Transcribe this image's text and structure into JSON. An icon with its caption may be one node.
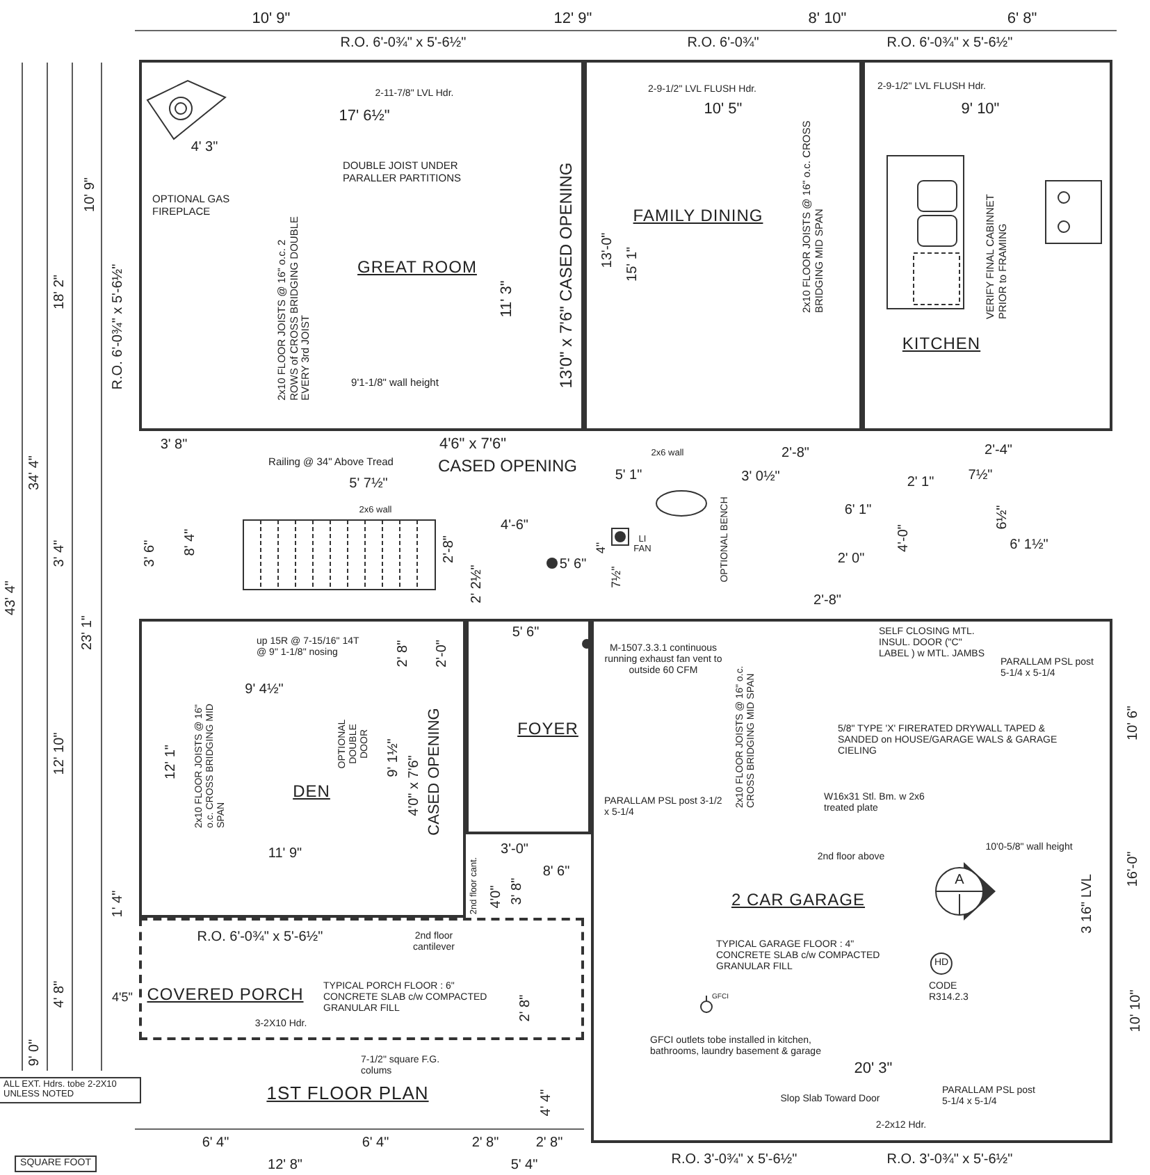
{
  "diagram": {
    "title": "1ST FLOOR PLAN",
    "nodes": [
      {
        "text": [
          "GREAT ROOM"
        ]
      },
      {
        "text": [
          "FAMILY DINING"
        ]
      },
      {
        "text": [
          "KITCHEN"
        ]
      },
      {
        "text": [
          "DEN"
        ]
      },
      {
        "text": [
          "FOYER"
        ]
      },
      {
        "text": [
          "2 CAR GARAGE"
        ]
      },
      {
        "text": [
          "COVERED PORCH"
        ]
      }
    ],
    "labels": [
      "10' 9\"",
      "12' 9\"",
      "8' 10\"",
      "6' 8\"",
      "R.O. 6'-0¾\" x 5'-6½\"",
      "R.O. 6'-0¾\"",
      "R.O. 6'-0¾\" x 5'-6½\"",
      "2-11-7/8\" LVL Hdr.",
      "2-9-1/2\" LVL FLUSH Hdr.",
      "2-9-1/2\" LVL FLUSH Hdr.",
      "17' 6½\"",
      "10' 5\"",
      "9' 10\"",
      "4' 3\"",
      "DOUBLE JOIST UNDER PARALLER PARTITIONS",
      "OPTIONAL GAS FIREPLACE",
      "10' 9\"",
      "18' 2\"",
      "R.O. 6'-0¾\" x 5'-6½\"",
      "2x10 FLOOR JOISTS @ 16\" o.c. 2 ROWS of CROSS BRIDGING DOUBLE EVERY 3rd JOIST",
      "11' 3\"",
      "13'0\" x 7'6\" CASED OPENING",
      "13'-0\"",
      "15' 1\"",
      "2x10 FLOOR JOISTS @ 16\" o.c. CROSS BRIDGING MID SPAN",
      "VERIFY FINAL CABINNET PRIOR to FRAMING",
      "9'1-1/8\" wall height",
      "34' 4\"",
      "3' 8\"",
      "Railing @ 34\" Above Tread",
      "4'6\" x 7'6\"",
      "CASED OPENING",
      "5' 7½\"",
      "2x6 wall",
      "2x6 wall",
      "5' 1\"",
      "2'-8\"",
      "3' 0½\"",
      "2'-4\"",
      "2' 1\"",
      "7½\"",
      "4'-6\"",
      "6' 1\"",
      "6½\"",
      "OPTIONAL BENCH",
      "LI FAN",
      "43' 4\"",
      "3' 4\"",
      "3' 6\"",
      "8' 4\"",
      "2'-8\"",
      "5' 6\"",
      "4\"",
      "7½\"",
      "4'-0\"",
      "6' 1½\"",
      "2' 0\"",
      "2' 2½\"",
      "2'-8\"",
      "5' 6\"",
      "23' 1\"",
      "up 15R @ 7-15/16\" 14T @ 9\" 1-1/8\" nosing",
      "2' 8\"",
      "2'-0\"",
      "M-1507.3.3.1 continuous running exhaust fan vent to outside 60 CFM",
      "SELF CLOSING MTL. INSUL. DOOR (\"C\" LABEL ) w MTL. JAMBS",
      "PARALLAM PSL post 5-1/4 x 5-1/4",
      "9' 4½\"",
      "12' 10\"",
      "12' 1\"",
      "2x10 FLOOR JOISTS @ 16\" o.c. CROSS BRIDGING MID SPAN",
      "OPTIONAL DOUBLE DOOR",
      "9' 1½\"",
      "4'0\" x 7'6\"",
      "CASED OPENING",
      "2x10 FLOOR JOISTS @ 16\" o.c. CROSS BRIDGING MID SPAN",
      "5/8\" TYPE 'X' FIRERATED DRYWALL TAPED & SANDED on HOUSE/GARAGE WALS & GARAGE CIELING",
      "10' 6\"",
      "PARALLAM PSL post 3-1/2 x 5-1/4",
      "W16x31 Stl. Bm. w 2x6 treated plate",
      "3'-0\"",
      "11' 9\"",
      "2nd floor above",
      "10'0-5/8\" wall height",
      "16'-0\"",
      "8' 6\"",
      "2nd floor cant.",
      "4'0\"",
      "3' 8\"",
      "A",
      "3 16\" LVL",
      "1' 4\"",
      "R.O. 6'-0¾\" x 5'-6½\"",
      "2nd floor cantilever",
      "TYPICAL GARAGE FLOOR : 4\" CONCRETE SLAB c/w COMPACTED GRANULAR FILL",
      "HD",
      "4' 8\"",
      "4'5\"",
      "TYPICAL PORCH FLOOR : 6\" CONCRETE SLAB c/w COMPACTED GRANULAR FILL",
      "2' 8\"",
      "CODE R314.2.3",
      "10' 10\"",
      "3-2X10 Hdr.",
      "GFCI",
      "9' 0\"",
      "GFCI outlets tobe installed in kitchen, bathrooms, laundry basement & garage",
      "7-1/2\" square F.G. colums",
      "ALL EXT. Hdrs. tobe 2-2X10 UNLESS NOTED",
      "20' 3\"",
      "Slop Slab Toward Door",
      "PARALLAM PSL post 5-1/4 x 5-1/4",
      "4' 4\"",
      "2-2x12 Hdr.",
      "6' 4\"",
      "6' 4\"",
      "2' 8\"",
      "2' 8\"",
      "SQUARE FOOT",
      "12' 8\"",
      "5' 4\"",
      "R.O. 3'-0¾\" x 5'-6½\"",
      "R.O. 3'-0¾\" x 5'-6½\""
    ]
  }
}
